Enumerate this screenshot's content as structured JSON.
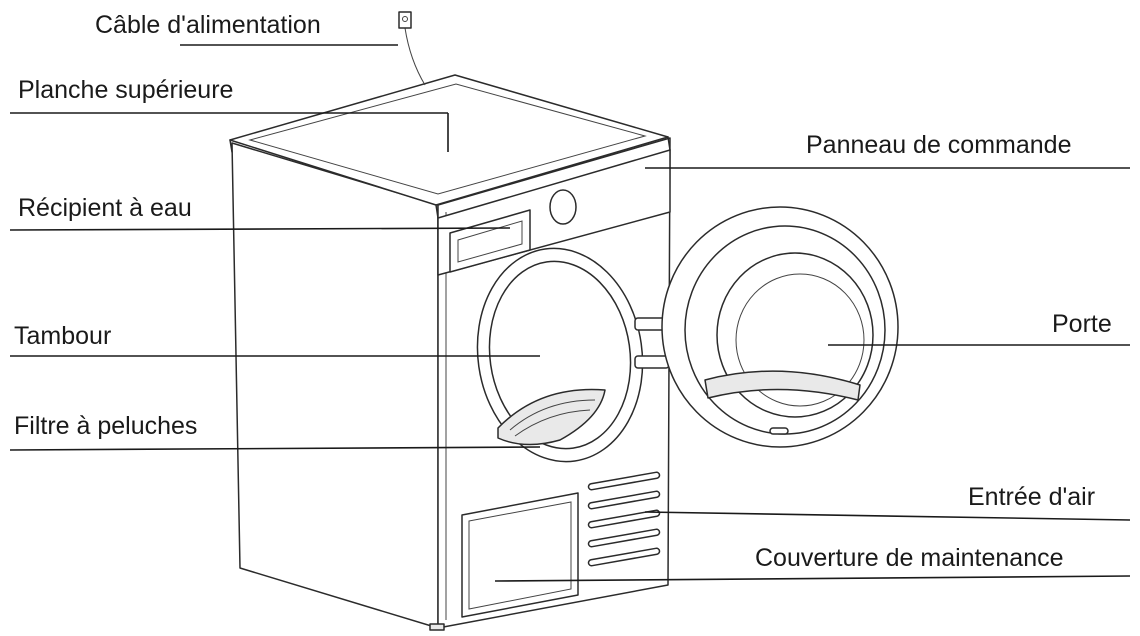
{
  "diagram": {
    "labels": {
      "power_cable": "Câble d'alimentation",
      "top_board": "Planche supérieure",
      "control_panel": "Panneau de commande",
      "water_container": "Récipient à eau",
      "drum": "Tambour",
      "door": "Porte",
      "lint_filter": "Filtre à peluches",
      "air_inlet": "Entrée d'air",
      "maintenance_cover": "Couverture de maintenance"
    }
  }
}
